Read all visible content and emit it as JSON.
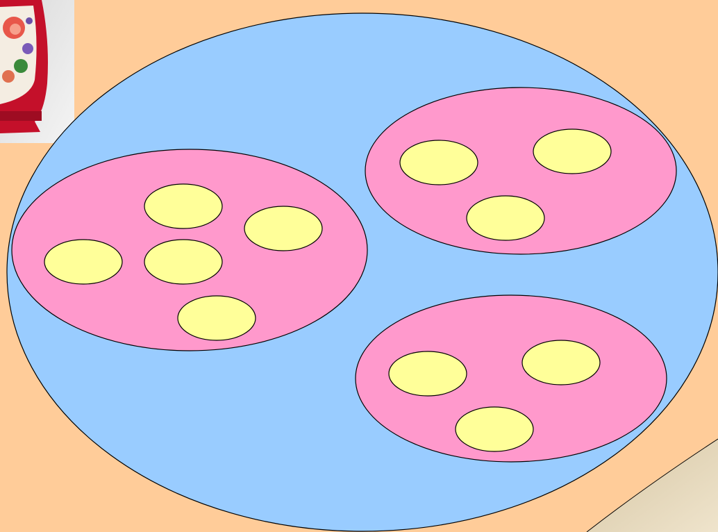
{
  "colors": {
    "background": "#FFCC99",
    "outer_set": "#99CCFF",
    "subsets": "#FF99CC",
    "elements": "#FFFF99",
    "stroke": "#000000",
    "paper_corner": "#E8D9B8"
  },
  "decorations": {
    "corner_picture": "painted-vase-photo",
    "page_curl": "paper-corner-texture"
  },
  "diagram": {
    "outer_set_name": "outer-set",
    "groups": [
      {
        "name": "subset-left",
        "element_count": 5
      },
      {
        "name": "subset-top-right",
        "element_count": 3
      },
      {
        "name": "subset-bottom-right",
        "element_count": 3
      }
    ]
  }
}
